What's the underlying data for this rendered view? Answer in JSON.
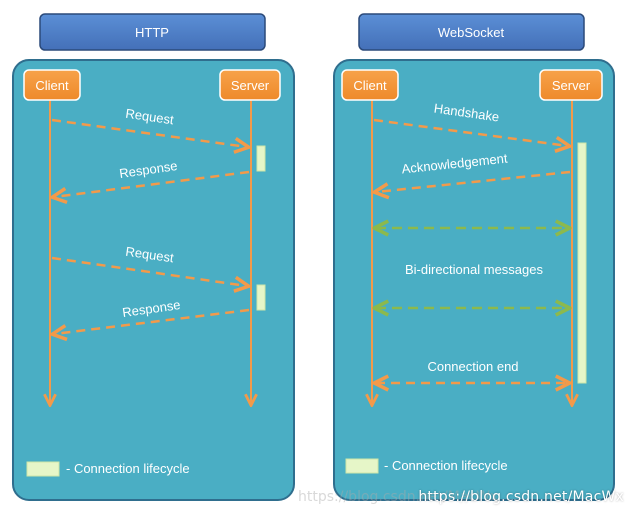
{
  "colors": {
    "panel_fill": "#4aaec4",
    "panel_stroke": "#2f6e8e",
    "header_fill": "#4f7fc6",
    "header_stroke": "#2b4a7a",
    "actor_fill": "#f39436",
    "lifeline": "#f39a4a",
    "http_arrow": "#f39a4a",
    "bidirectional_arrow": "#8cb94d",
    "lifecycle_fill": "#e6f6c8"
  },
  "http": {
    "title": "HTTP",
    "client": "Client",
    "server": "Server",
    "messages": [
      "Request",
      "Response",
      "Request",
      "Response"
    ],
    "legend": "- Connection lifecycle"
  },
  "websocket": {
    "title": "WebSocket",
    "client": "Client",
    "server": "Server",
    "handshake": "Handshake",
    "acknowledgement": "Acknowledgement",
    "bidirectional": "Bi-directional messages",
    "connection_end": "Connection end",
    "legend": "- Connection lifecycle"
  },
  "watermark": "https://blog.csdn.net/MacWx",
  "watermark_ghost": "https://blog.csdn.net/MacWx"
}
